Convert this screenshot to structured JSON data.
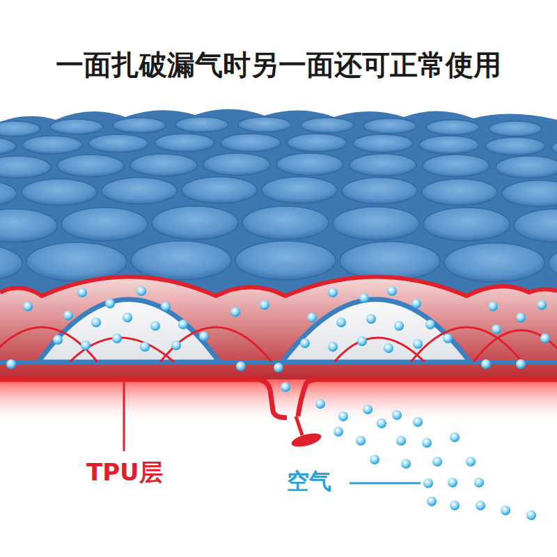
{
  "diagram": {
    "title": "一面扎破漏气时另一面还可正常使用",
    "labels": [
      "TPU层",
      "空气"
    ]
  }
}
